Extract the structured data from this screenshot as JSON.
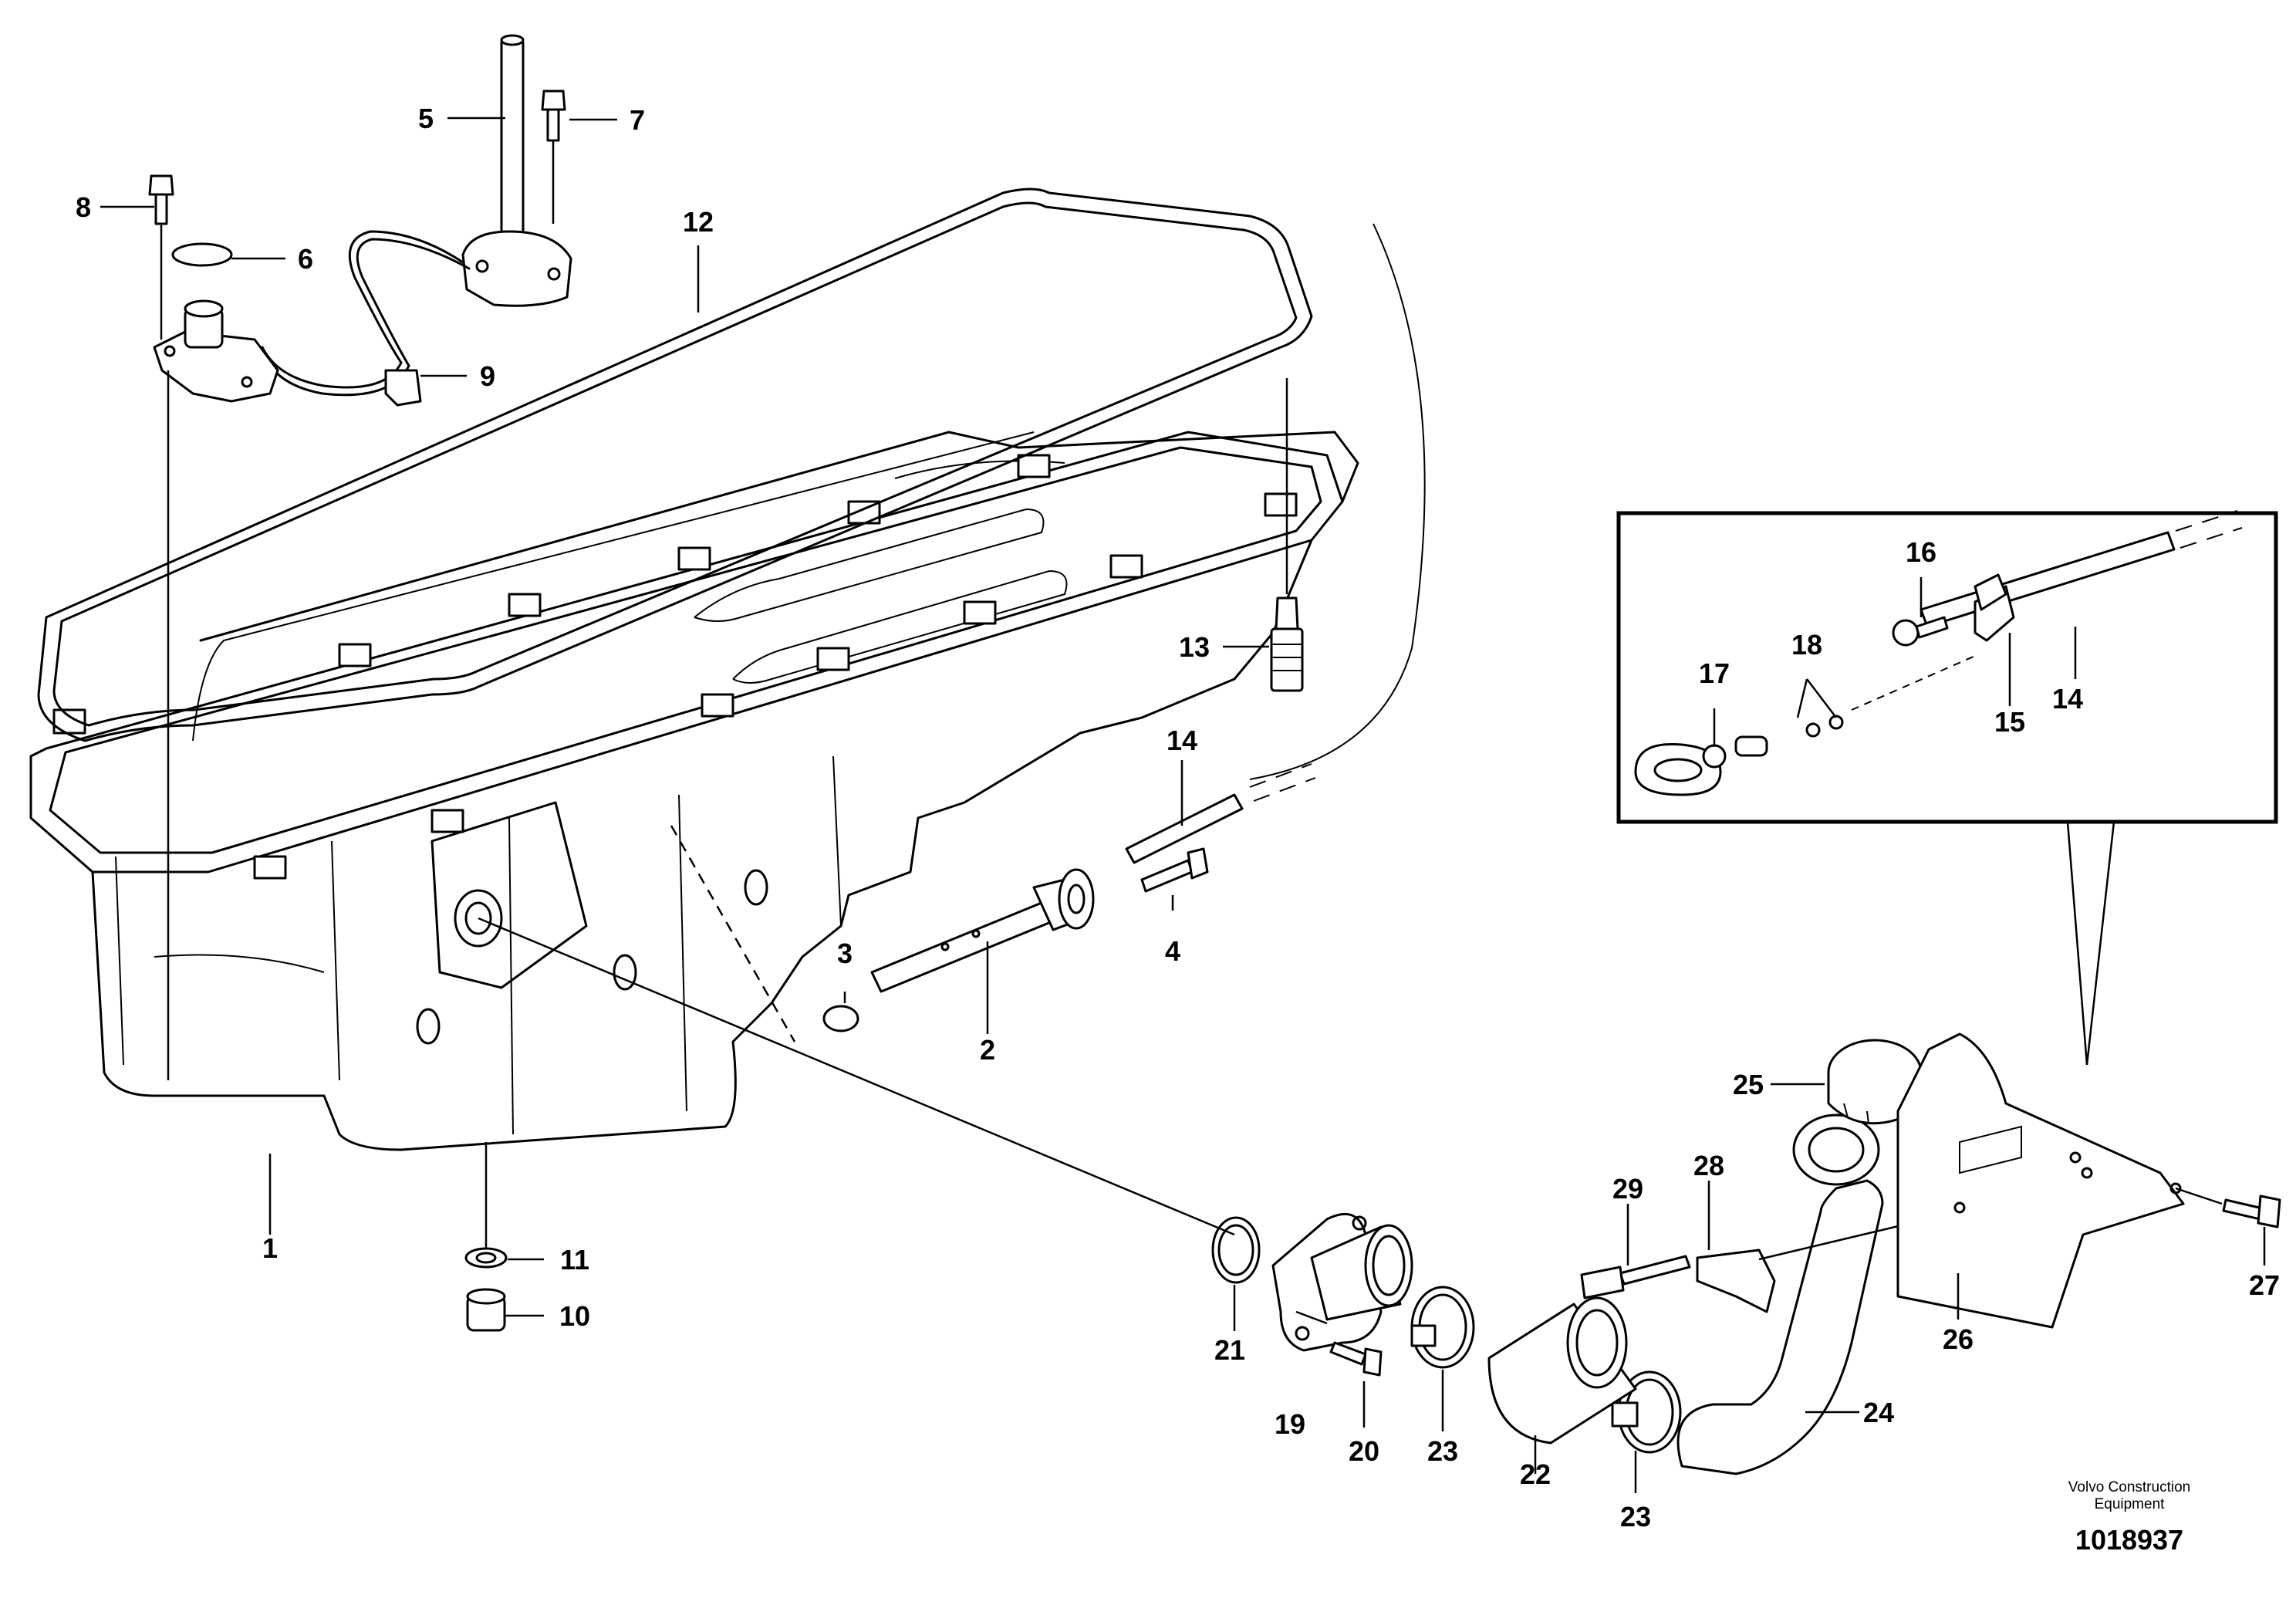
{
  "callouts": [
    {
      "id": "1",
      "label": "1"
    },
    {
      "id": "2",
      "label": "2"
    },
    {
      "id": "3",
      "label": "3"
    },
    {
      "id": "4",
      "label": "4"
    },
    {
      "id": "5",
      "label": "5"
    },
    {
      "id": "6",
      "label": "6"
    },
    {
      "id": "7",
      "label": "7"
    },
    {
      "id": "8",
      "label": "8"
    },
    {
      "id": "9",
      "label": "9"
    },
    {
      "id": "10",
      "label": "10"
    },
    {
      "id": "11",
      "label": "11"
    },
    {
      "id": "12",
      "label": "12"
    },
    {
      "id": "13",
      "label": "13"
    },
    {
      "id": "14a",
      "label": "14"
    },
    {
      "id": "14b",
      "label": "14"
    },
    {
      "id": "15",
      "label": "15"
    },
    {
      "id": "16",
      "label": "16"
    },
    {
      "id": "17",
      "label": "17"
    },
    {
      "id": "18",
      "label": "18"
    },
    {
      "id": "19",
      "label": "19"
    },
    {
      "id": "20",
      "label": "20"
    },
    {
      "id": "21",
      "label": "21"
    },
    {
      "id": "22",
      "label": "22"
    },
    {
      "id": "23a",
      "label": "23"
    },
    {
      "id": "23b",
      "label": "23"
    },
    {
      "id": "24",
      "label": "24"
    },
    {
      "id": "25",
      "label": "25"
    },
    {
      "id": "26",
      "label": "26"
    },
    {
      "id": "27",
      "label": "27"
    },
    {
      "id": "28",
      "label": "28"
    },
    {
      "id": "29",
      "label": "29"
    }
  ],
  "footer": {
    "brand_line1": "Volvo Construction",
    "brand_line2": "Equipment",
    "doc_number": "1018937"
  }
}
